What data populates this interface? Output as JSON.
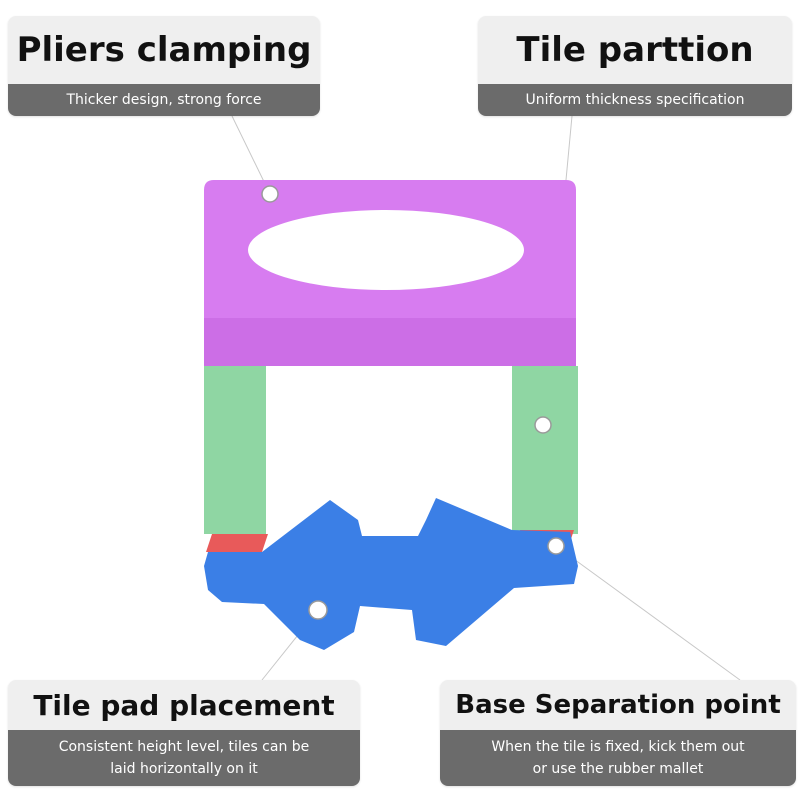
{
  "labels": {
    "pliers": {
      "title": "Pliers clamping",
      "desc": [
        "Thicker design, strong force"
      ]
    },
    "partition": {
      "title": "Tile parttion",
      "desc": [
        "Uniform thickness specification"
      ]
    },
    "pad": {
      "title": "Tile pad placement",
      "desc": [
        "Consistent height level, tiles can be",
        "laid horizontally on it"
      ]
    },
    "base": {
      "title": "Base Separation point",
      "desc": [
        "When the tile is fixed, kick them out",
        "or use the rubber mallet"
      ]
    }
  },
  "colors": {
    "clamp_top": "#d77cf0",
    "clamp_band": "#cc6ee6",
    "partition": "#8fd6a3",
    "separation_point": "#e85a5a",
    "base": "#3b7fe6",
    "label_title_bg": "#efefef",
    "label_desc_bg": "#6b6b6b",
    "marker": "#ffffff"
  }
}
